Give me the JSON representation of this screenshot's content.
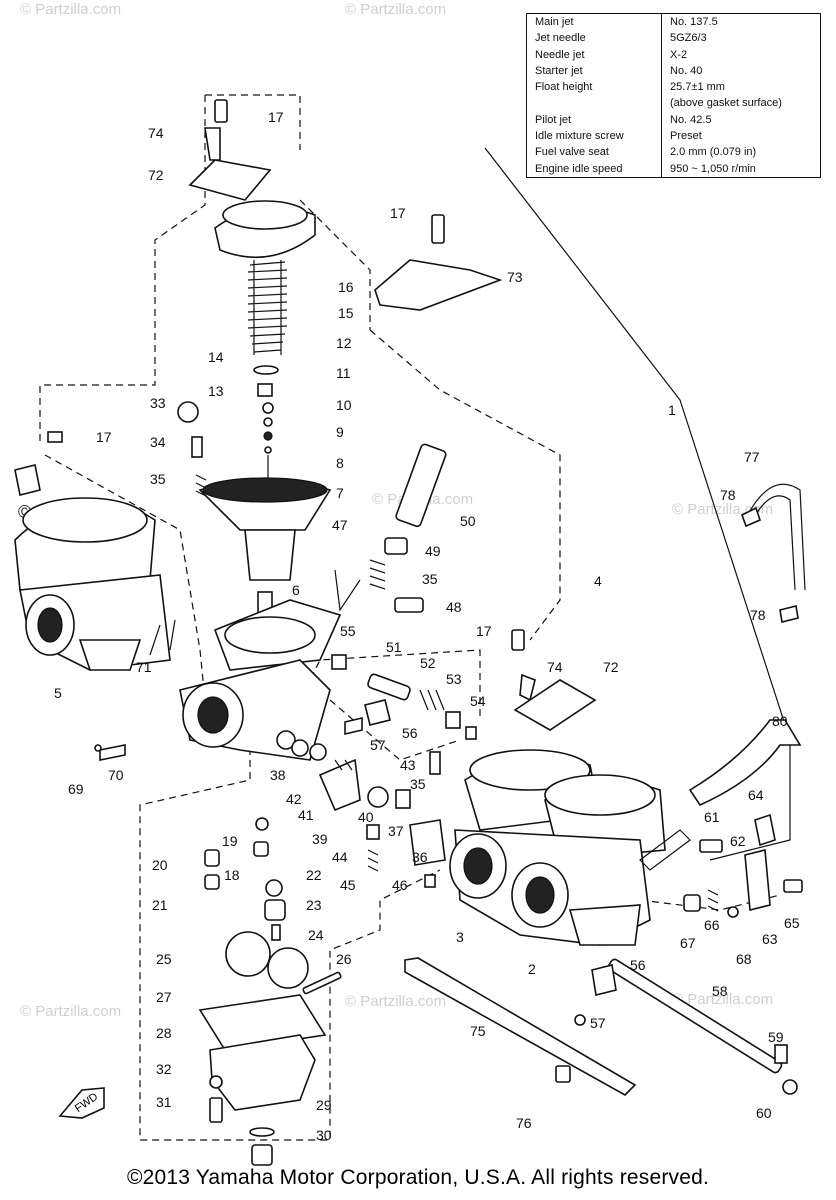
{
  "specs": {
    "rows": [
      {
        "label": "Main jet",
        "value": "No. 137.5"
      },
      {
        "label": "Jet needle",
        "value": "5GZ6/3"
      },
      {
        "label": "Needle jet",
        "value": "X-2"
      },
      {
        "label": "Starter jet",
        "value": "No. 40"
      },
      {
        "label": "Float height",
        "value": "25.7±1 mm"
      },
      {
        "label": "",
        "value": "(above gasket surface)"
      },
      {
        "label": "Pilot jet",
        "value": "No. 42.5"
      },
      {
        "label": "Idle mixture screw",
        "value": "Preset"
      },
      {
        "label": "Fuel valve seat",
        "value": "2.0 mm (0.079 in)"
      },
      {
        "label": "Engine idle speed",
        "value": "950 ~ 1,050 r/min"
      }
    ]
  },
  "watermark": "© Partzilla.com",
  "front_label": "FWD",
  "footer": "©2013 Yamaha Motor Corporation, U.S.A. All rights reserved.",
  "callouts": [
    {
      "id": "17a",
      "text": "17"
    },
    {
      "id": "74a",
      "text": "74"
    },
    {
      "id": "72a",
      "text": "72"
    },
    {
      "id": "16",
      "text": "16"
    },
    {
      "id": "15",
      "text": "15"
    },
    {
      "id": "14",
      "text": "14"
    },
    {
      "id": "12",
      "text": "12"
    },
    {
      "id": "13",
      "text": "13"
    },
    {
      "id": "11",
      "text": "11"
    },
    {
      "id": "10",
      "text": "10"
    },
    {
      "id": "9",
      "text": "9"
    },
    {
      "id": "8",
      "text": "8"
    },
    {
      "id": "7",
      "text": "7"
    },
    {
      "id": "6",
      "text": "6"
    },
    {
      "id": "17b",
      "text": "17"
    },
    {
      "id": "73",
      "text": "73"
    },
    {
      "id": "33",
      "text": "33"
    },
    {
      "id": "17c",
      "text": "17"
    },
    {
      "id": "34",
      "text": "34"
    },
    {
      "id": "35a",
      "text": "35"
    },
    {
      "id": "5",
      "text": "5"
    },
    {
      "id": "71",
      "text": "71"
    },
    {
      "id": "1",
      "text": "1"
    },
    {
      "id": "50",
      "text": "50"
    },
    {
      "id": "49",
      "text": "49"
    },
    {
      "id": "47",
      "text": "47"
    },
    {
      "id": "35b",
      "text": "35"
    },
    {
      "id": "48",
      "text": "48"
    },
    {
      "id": "4",
      "text": "4"
    },
    {
      "id": "77",
      "text": "77"
    },
    {
      "id": "78a",
      "text": "78"
    },
    {
      "id": "78b",
      "text": "78"
    },
    {
      "id": "55",
      "text": "55"
    },
    {
      "id": "51",
      "text": "51"
    },
    {
      "id": "52",
      "text": "52"
    },
    {
      "id": "53",
      "text": "53"
    },
    {
      "id": "54",
      "text": "54"
    },
    {
      "id": "17d",
      "text": "17"
    },
    {
      "id": "74b",
      "text": "74"
    },
    {
      "id": "72b",
      "text": "72"
    },
    {
      "id": "80",
      "text": "80"
    },
    {
      "id": "56a",
      "text": "56"
    },
    {
      "id": "57a",
      "text": "57"
    },
    {
      "id": "43",
      "text": "43"
    },
    {
      "id": "69",
      "text": "69"
    },
    {
      "id": "70",
      "text": "70"
    },
    {
      "id": "38",
      "text": "38"
    },
    {
      "id": "42",
      "text": "42"
    },
    {
      "id": "41",
      "text": "41"
    },
    {
      "id": "35c",
      "text": "35"
    },
    {
      "id": "39",
      "text": "39"
    },
    {
      "id": "40",
      "text": "40"
    },
    {
      "id": "37",
      "text": "37"
    },
    {
      "id": "44",
      "text": "44"
    },
    {
      "id": "36",
      "text": "36"
    },
    {
      "id": "19",
      "text": "19"
    },
    {
      "id": "20",
      "text": "20"
    },
    {
      "id": "18",
      "text": "18"
    },
    {
      "id": "22",
      "text": "22"
    },
    {
      "id": "21",
      "text": "21"
    },
    {
      "id": "45",
      "text": "45"
    },
    {
      "id": "46",
      "text": "46"
    },
    {
      "id": "23",
      "text": "23"
    },
    {
      "id": "24",
      "text": "24"
    },
    {
      "id": "61",
      "text": "61"
    },
    {
      "id": "64",
      "text": "64"
    },
    {
      "id": "62",
      "text": "62"
    },
    {
      "id": "3",
      "text": "3"
    },
    {
      "id": "2",
      "text": "2"
    },
    {
      "id": "65",
      "text": "65"
    },
    {
      "id": "66",
      "text": "66"
    },
    {
      "id": "67",
      "text": "67"
    },
    {
      "id": "63",
      "text": "63"
    },
    {
      "id": "68",
      "text": "68"
    },
    {
      "id": "25",
      "text": "25"
    },
    {
      "id": "26",
      "text": "26"
    },
    {
      "id": "56b",
      "text": "56"
    },
    {
      "id": "58",
      "text": "58"
    },
    {
      "id": "27",
      "text": "27"
    },
    {
      "id": "57b",
      "text": "57"
    },
    {
      "id": "28",
      "text": "28"
    },
    {
      "id": "75",
      "text": "75"
    },
    {
      "id": "59",
      "text": "59"
    },
    {
      "id": "32",
      "text": "32"
    },
    {
      "id": "31",
      "text": "31"
    },
    {
      "id": "29",
      "text": "29"
    },
    {
      "id": "76",
      "text": "76"
    },
    {
      "id": "60",
      "text": "60"
    },
    {
      "id": "30",
      "text": "30"
    }
  ]
}
